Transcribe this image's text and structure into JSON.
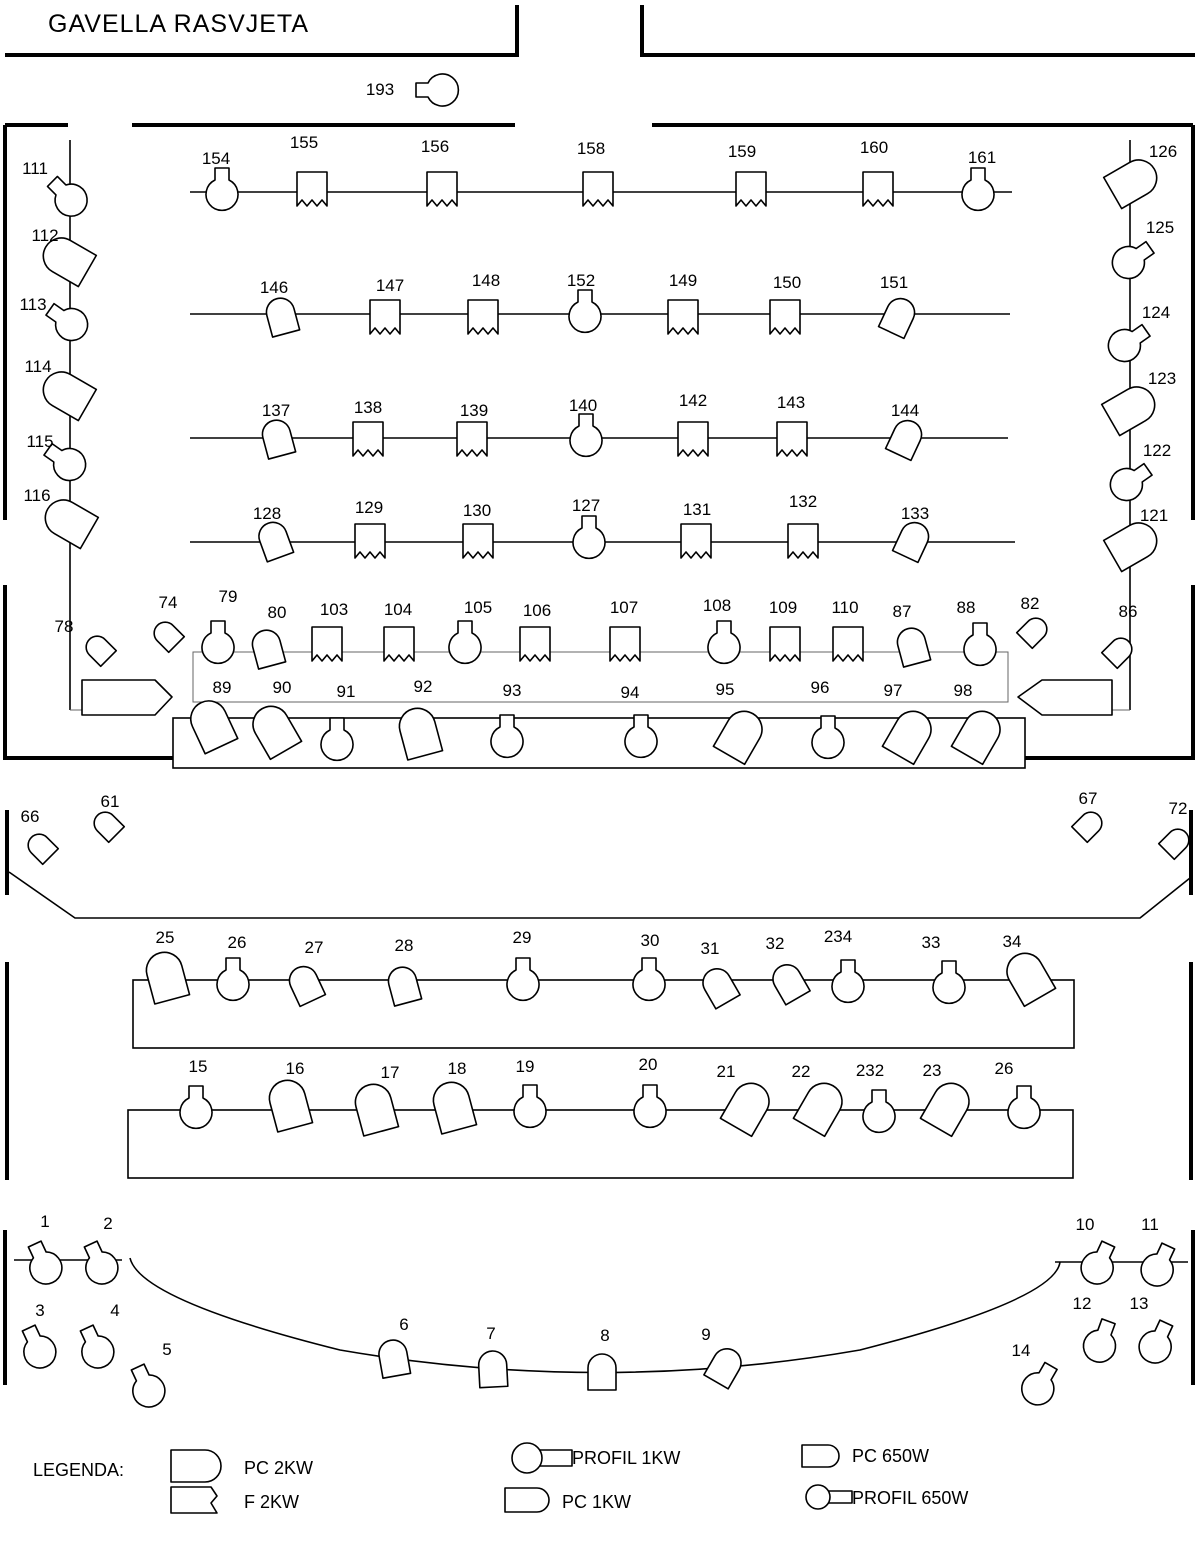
{
  "title": "GAVELLA  RASVJETA",
  "legend": {
    "heading": "LEGENDA:",
    "items": [
      {
        "type": "pc2",
        "label": "PC 2KW"
      },
      {
        "type": "f2",
        "label": "F 2KW"
      },
      {
        "type": "prof1",
        "label": "PROFIL 1KW"
      },
      {
        "type": "pc1",
        "label": "PC 1KW"
      },
      {
        "type": "pc650",
        "label": "PC 650W"
      },
      {
        "type": "prof650",
        "label": "PROFIL 650W"
      }
    ]
  },
  "fixtures": [
    {
      "id": "193",
      "type": "prof1"
    },
    {
      "id": "154",
      "type": "prof1"
    },
    {
      "id": "155",
      "type": "f2"
    },
    {
      "id": "156",
      "type": "f2"
    },
    {
      "id": "158",
      "type": "f2"
    },
    {
      "id": "159",
      "type": "f2"
    },
    {
      "id": "160",
      "type": "f2"
    },
    {
      "id": "161",
      "type": "prof1"
    },
    {
      "id": "146",
      "type": "pc1"
    },
    {
      "id": "147",
      "type": "f2"
    },
    {
      "id": "148",
      "type": "f2"
    },
    {
      "id": "152",
      "type": "prof1"
    },
    {
      "id": "149",
      "type": "f2"
    },
    {
      "id": "150",
      "type": "f2"
    },
    {
      "id": "151",
      "type": "pc1"
    },
    {
      "id": "137",
      "type": "pc1"
    },
    {
      "id": "138",
      "type": "f2"
    },
    {
      "id": "139",
      "type": "f2"
    },
    {
      "id": "140",
      "type": "prof1"
    },
    {
      "id": "142",
      "type": "f2"
    },
    {
      "id": "143",
      "type": "f2"
    },
    {
      "id": "144",
      "type": "pc1"
    },
    {
      "id": "128",
      "type": "pc1"
    },
    {
      "id": "129",
      "type": "f2"
    },
    {
      "id": "130",
      "type": "f2"
    },
    {
      "id": "127",
      "type": "prof1"
    },
    {
      "id": "131",
      "type": "f2"
    },
    {
      "id": "132",
      "type": "f2"
    },
    {
      "id": "133",
      "type": "pc1"
    },
    {
      "id": "111",
      "type": "prof1"
    },
    {
      "id": "112",
      "type": "pc2"
    },
    {
      "id": "113",
      "type": "prof1"
    },
    {
      "id": "114",
      "type": "pc2"
    },
    {
      "id": "115",
      "type": "prof1"
    },
    {
      "id": "116",
      "type": "pc2"
    },
    {
      "id": "126",
      "type": "pc2"
    },
    {
      "id": "125",
      "type": "prof1"
    },
    {
      "id": "124",
      "type": "prof1"
    },
    {
      "id": "123",
      "type": "pc2"
    },
    {
      "id": "122",
      "type": "prof1"
    },
    {
      "id": "121",
      "type": "pc2"
    },
    {
      "id": "78",
      "type": "pc650"
    },
    {
      "id": "74",
      "type": "pc650"
    },
    {
      "id": "79",
      "type": "prof1"
    },
    {
      "id": "80",
      "type": "pc1"
    },
    {
      "id": "103",
      "type": "f2"
    },
    {
      "id": "104",
      "type": "f2"
    },
    {
      "id": "105",
      "type": "prof1"
    },
    {
      "id": "106",
      "type": "f2"
    },
    {
      "id": "107",
      "type": "f2"
    },
    {
      "id": "108",
      "type": "prof1"
    },
    {
      "id": "109",
      "type": "f2"
    },
    {
      "id": "110",
      "type": "f2"
    },
    {
      "id": "87",
      "type": "pc1"
    },
    {
      "id": "88",
      "type": "prof1"
    },
    {
      "id": "82",
      "type": "pc650"
    },
    {
      "id": "86",
      "type": "pc650"
    },
    {
      "id": "89",
      "type": "pc2"
    },
    {
      "id": "90",
      "type": "pc2"
    },
    {
      "id": "91",
      "type": "prof1"
    },
    {
      "id": "92",
      "type": "pc2"
    },
    {
      "id": "93",
      "type": "prof1"
    },
    {
      "id": "94",
      "type": "prof1"
    },
    {
      "id": "95",
      "type": "pc2"
    },
    {
      "id": "96",
      "type": "prof1"
    },
    {
      "id": "97",
      "type": "pc2"
    },
    {
      "id": "98",
      "type": "pc2"
    },
    {
      "id": "66",
      "type": "pc650"
    },
    {
      "id": "61",
      "type": "pc650"
    },
    {
      "id": "67",
      "type": "pc650"
    },
    {
      "id": "72",
      "type": "pc650"
    },
    {
      "id": "25",
      "type": "pc2"
    },
    {
      "id": "26",
      "type": "prof1"
    },
    {
      "id": "27",
      "type": "pc1"
    },
    {
      "id": "28",
      "type": "pc1"
    },
    {
      "id": "29",
      "type": "prof1"
    },
    {
      "id": "30",
      "type": "prof1"
    },
    {
      "id": "31",
      "type": "pc1"
    },
    {
      "id": "32",
      "type": "pc1"
    },
    {
      "id": "234",
      "type": "prof1"
    },
    {
      "id": "33",
      "type": "prof1"
    },
    {
      "id": "34",
      "type": "pc2"
    },
    {
      "id": "15",
      "type": "prof1"
    },
    {
      "id": "16",
      "type": "pc2"
    },
    {
      "id": "17",
      "type": "pc2"
    },
    {
      "id": "18",
      "type": "pc2"
    },
    {
      "id": "19",
      "type": "prof1"
    },
    {
      "id": "20",
      "type": "prof1"
    },
    {
      "id": "21",
      "type": "pc2"
    },
    {
      "id": "22",
      "type": "pc2"
    },
    {
      "id": "232",
      "type": "prof1"
    },
    {
      "id": "23",
      "type": "pc2"
    },
    {
      "id": "26",
      "type": "prof1"
    },
    {
      "id": "1",
      "type": "prof1"
    },
    {
      "id": "2",
      "type": "prof1"
    },
    {
      "id": "3",
      "type": "prof1"
    },
    {
      "id": "4",
      "type": "prof1"
    },
    {
      "id": "5",
      "type": "prof1"
    },
    {
      "id": "6",
      "type": "pc1"
    },
    {
      "id": "7",
      "type": "pc1"
    },
    {
      "id": "8",
      "type": "pc1"
    },
    {
      "id": "9",
      "type": "pc1"
    },
    {
      "id": "10",
      "type": "prof1"
    },
    {
      "id": "11",
      "type": "prof1"
    },
    {
      "id": "12",
      "type": "prof1"
    },
    {
      "id": "13",
      "type": "prof1"
    },
    {
      "id": "14",
      "type": "prof1"
    }
  ]
}
